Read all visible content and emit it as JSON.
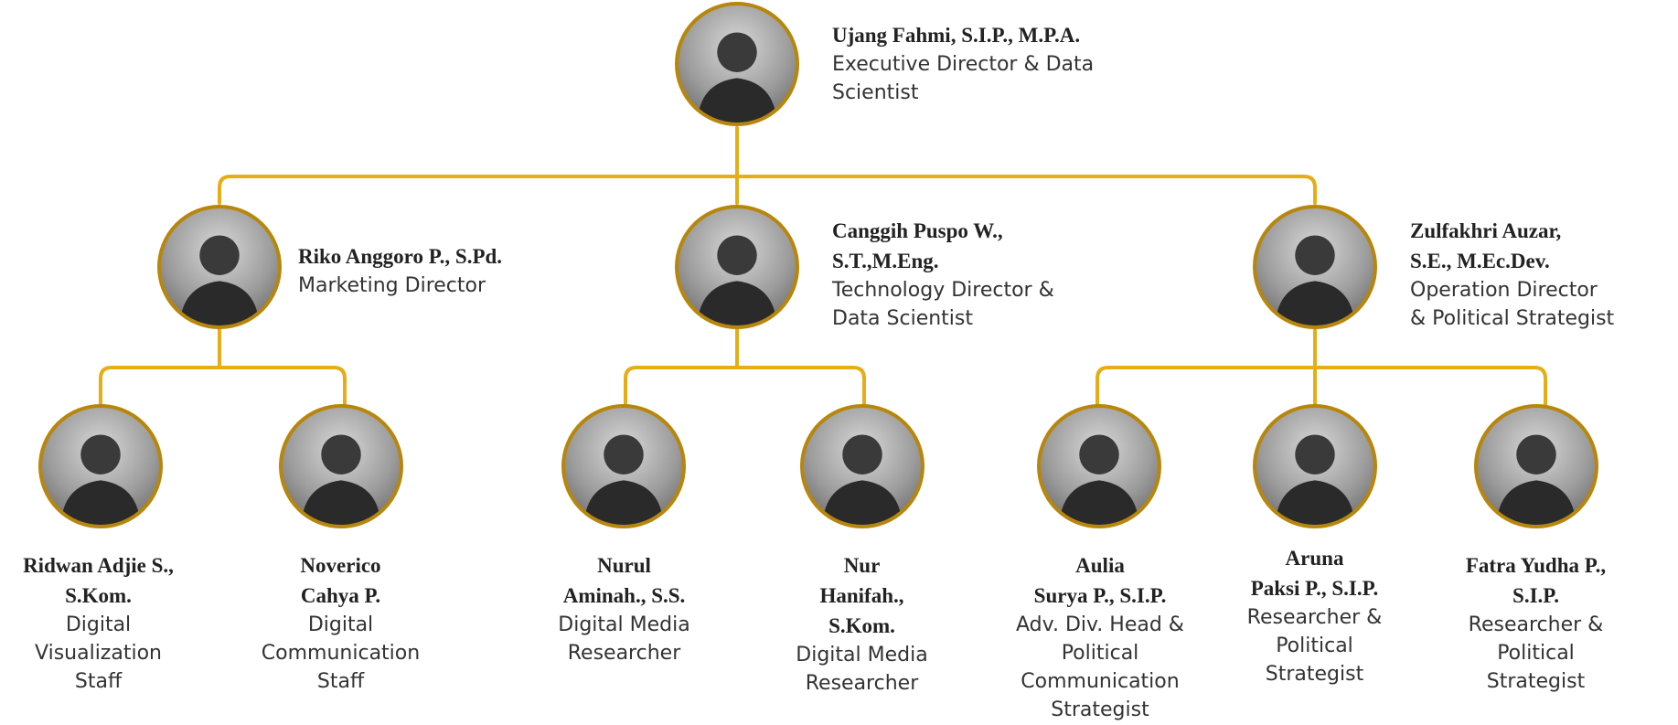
{
  "colors": {
    "connector": "#e6ad14",
    "ring": "#b8860b"
  },
  "top": {
    "name": "Ujang Fahmi, S.I.P., M.P.A.",
    "role": "Executive Director & Data\nScientist",
    "icon": "person-photo"
  },
  "directors": [
    {
      "name": "Riko Anggoro P., S.Pd.",
      "role": "Marketing Director",
      "icon": "person-photo"
    },
    {
      "name": "Canggih Puspo W.,\nS.T.,M.Eng.",
      "role": "Technology Director &\nData Scientist",
      "icon": "person-photo"
    },
    {
      "name": "Zulfakhri Auzar,\nS.E., M.Ec.Dev.",
      "role": "Operation Director\n& Political Strategist",
      "icon": "person-photo"
    }
  ],
  "staff": [
    {
      "name": "Ridwan Adjie S.,\nS.Kom.",
      "role": "Digital\nVisualization\nStaff"
    },
    {
      "name": "Noverico\nCahya P.",
      "role": "Digital\nCommunication\nStaff"
    },
    {
      "name": "Nurul\nAminah., S.S.",
      "role": "Digital Media\nResearcher"
    },
    {
      "name": "Nur\nHanifah.,\nS.Kom.",
      "role": "Digital Media\nResearcher"
    },
    {
      "name": "Aulia\nSurya P., S.I.P.",
      "role": "Adv. Div. Head &\nPolitical\nCommunication\nStrategist"
    },
    {
      "name": "Aruna\nPaksi P., S.I.P.",
      "role": "Researcher &\nPolitical\nStrategist"
    },
    {
      "name": "Fatra Yudha P.,\nS.I.P.",
      "role": "Researcher &\nPolitical\nStrategist"
    }
  ]
}
